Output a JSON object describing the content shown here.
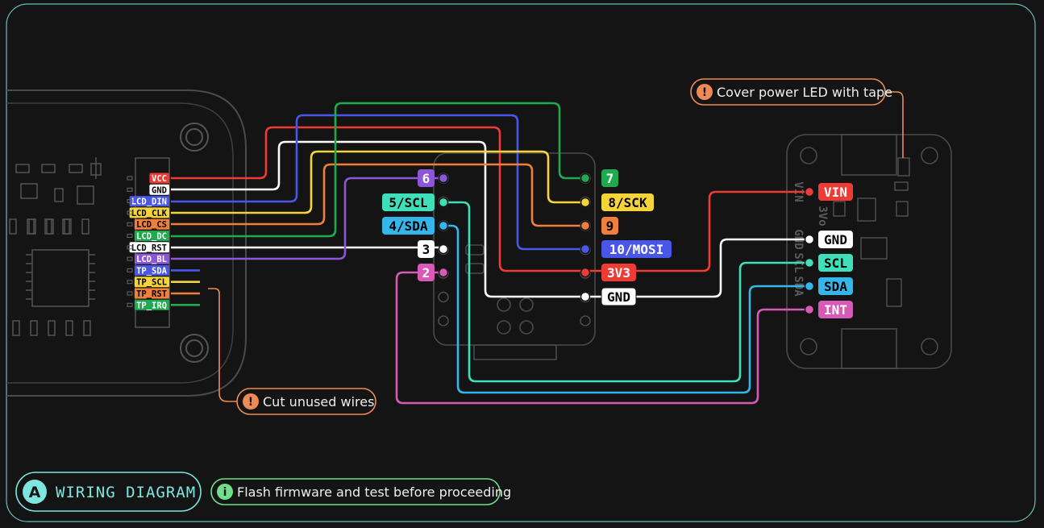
{
  "colors": {
    "red": "#ef3b36",
    "white": "#ffffff",
    "blue": "#4a56e8",
    "yellow": "#f5d43a",
    "orange": "#ef7f3a",
    "green": "#1faa4f",
    "purple": "#8d56d6",
    "teal": "#3fe0b9",
    "sky": "#35b6ea",
    "pink": "#d85ab8",
    "frame": "#7ee6e0",
    "note_orange": "#f08a55",
    "note_green": "#6fe08a"
  },
  "display_pins": [
    "VCC",
    "GND",
    "LCD_DIN",
    "LCD_CLK",
    "LCD_CS",
    "LCD_DC",
    "LCD_RST",
    "LCD_BL",
    "TP_SDA",
    "TP_SCL",
    "TP_RST",
    "TP_IRQ"
  ],
  "mcu_left_pins": [
    "6",
    "5/SCL",
    "4/SDA",
    "3",
    "2"
  ],
  "mcu_right_pins": [
    "7",
    "8/SCK",
    "9",
    "10/MOSI",
    "3V3",
    "GND"
  ],
  "sensor_pins": [
    "VIN",
    "GND",
    "SCL",
    "SDA",
    "INT"
  ],
  "sensor_silk": [
    "VIN",
    "3Vo",
    "GND",
    "SCL",
    "SDA"
  ],
  "notes": {
    "power_led": "Cover power LED with tape",
    "cut_wires": "Cut unused wires",
    "flash": "Flash firmware and test before proceeding"
  },
  "note_icons": {
    "warning": "!",
    "info": "i"
  },
  "badge": {
    "letter": "A",
    "title": "WIRING DIAGRAM"
  }
}
